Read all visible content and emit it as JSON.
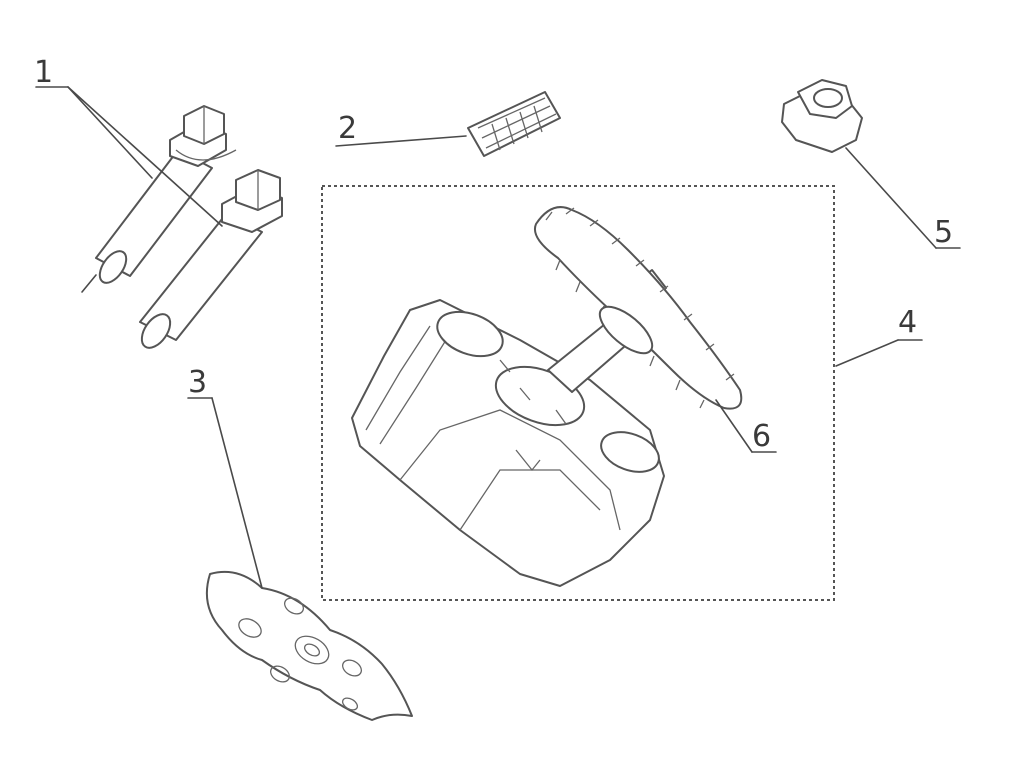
{
  "callouts": {
    "c1": "1",
    "c2": "2",
    "c3": "3",
    "c4": "4",
    "c5": "5",
    "c6": "6"
  },
  "colors": {
    "line": "#4a4a4a",
    "background": "#ffffff"
  }
}
